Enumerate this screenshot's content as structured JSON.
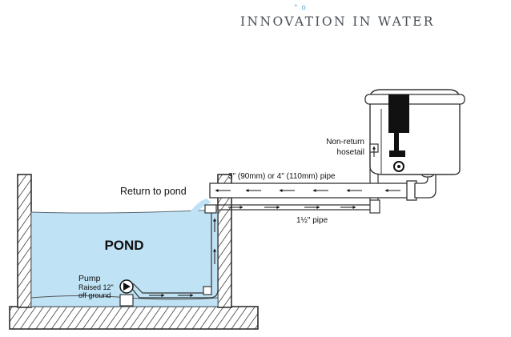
{
  "brand": {
    "text": "INNOVATION IN WATER",
    "drops": "° o"
  },
  "diagram": {
    "pond_label": "POND",
    "return_label": "Return to pond",
    "big_pipe_label": "3\" (90mm) or 4\" (110mm) pipe",
    "small_pipe_label": "1½\" pipe",
    "non_return_line1": "Non-return",
    "non_return_line2": "hosetail",
    "pump_label": "Pump",
    "pump_sub1": "Raised 12\"",
    "pump_sub2": "off ground"
  },
  "colors": {
    "water": "#bfe2f5",
    "pipe_outline": "#333333",
    "filter_dark": "#111111",
    "brand_text": "#4a4f56"
  }
}
